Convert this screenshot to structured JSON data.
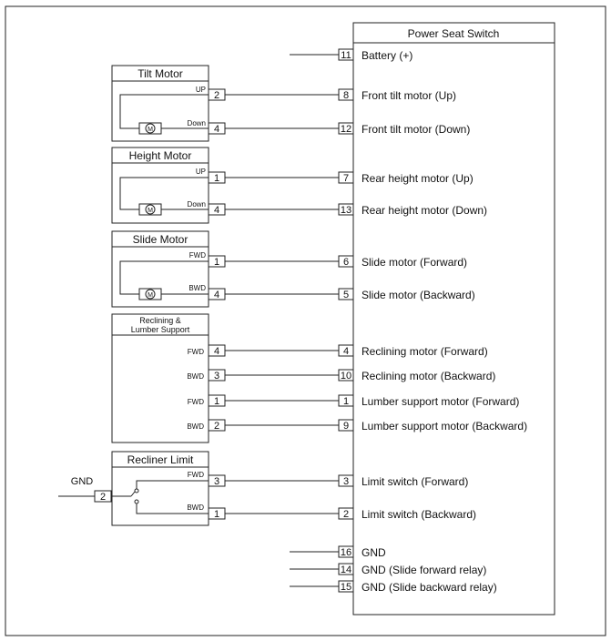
{
  "switch": {
    "title": "Power Seat Switch",
    "pins": [
      {
        "id": "sw-11",
        "pin": "11",
        "label": "Battery (+)"
      },
      {
        "id": "sw-8",
        "pin": "8",
        "label": "Front tilt motor (Up)"
      },
      {
        "id": "sw-12",
        "pin": "12",
        "label": "Front tilt motor (Down)"
      },
      {
        "id": "sw-7",
        "pin": "7",
        "label": "Rear height motor (Up)"
      },
      {
        "id": "sw-13",
        "pin": "13",
        "label": "Rear height motor (Down)"
      },
      {
        "id": "sw-6",
        "pin": "6",
        "label": "Slide motor (Forward)"
      },
      {
        "id": "sw-5",
        "pin": "5",
        "label": "Slide motor (Backward)"
      },
      {
        "id": "sw-4",
        "pin": "4",
        "label": "Reclining motor (Forward)"
      },
      {
        "id": "sw-10",
        "pin": "10",
        "label": "Reclining motor (Backward)"
      },
      {
        "id": "sw-1",
        "pin": "1",
        "label": "Lumber support motor (Forward)"
      },
      {
        "id": "sw-9",
        "pin": "9",
        "label": "Lumber support motor (Backward)"
      },
      {
        "id": "sw-3",
        "pin": "3",
        "label": "Limit switch (Forward)"
      },
      {
        "id": "sw-2",
        "pin": "2",
        "label": "Limit switch (Backward)"
      },
      {
        "id": "sw-16",
        "pin": "16",
        "label": "GND"
      },
      {
        "id": "sw-14",
        "pin": "14",
        "label": "GND (Slide forward relay)"
      },
      {
        "id": "sw-15",
        "pin": "15",
        "label": "GND (Slide backward relay)"
      }
    ]
  },
  "components": {
    "tilt": {
      "title": "Tilt Motor",
      "motor_symbol": "M",
      "top_label": "UP",
      "bottom_label": "Down",
      "top_pin": "2",
      "bottom_pin": "4"
    },
    "height": {
      "title": "Height Motor",
      "motor_symbol": "M",
      "top_label": "UP",
      "bottom_label": "Down",
      "top_pin": "1",
      "bottom_pin": "4"
    },
    "slide": {
      "title": "Slide Motor",
      "motor_symbol": "M",
      "top_label": "FWD",
      "bottom_label": "BWD",
      "top_pin": "1",
      "bottom_pin": "4"
    },
    "reclining": {
      "title_line1": "Reclining &",
      "title_line2": "Lumber Support",
      "pins": [
        {
          "label": "FWD",
          "pin": "4"
        },
        {
          "label": "BWD",
          "pin": "3"
        },
        {
          "label": "FWD",
          "pin": "1"
        },
        {
          "label": "BWD",
          "pin": "2"
        }
      ]
    },
    "recliner_limit": {
      "title": "Recliner Limit",
      "top_label": "FWD",
      "bottom_label": "BWD",
      "top_pin": "3",
      "bottom_pin": "1",
      "gnd_label": "GND",
      "gnd_pin": "2"
    }
  }
}
